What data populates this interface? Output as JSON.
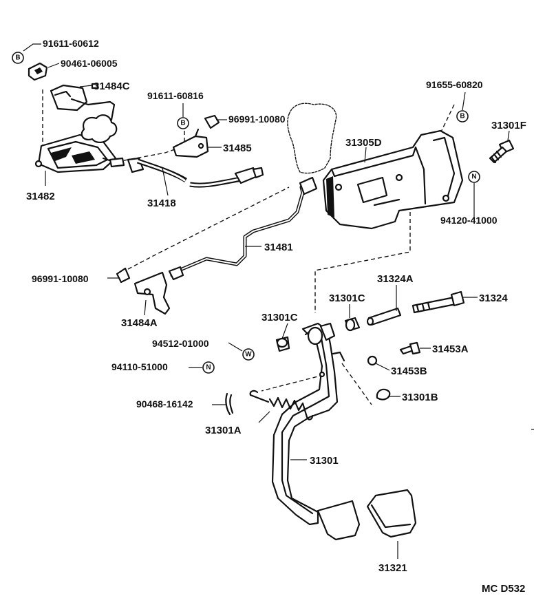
{
  "parts": {
    "p91611_60612": "91611-60612",
    "p90461_06005": "90461-06005",
    "p31484C": "31484C",
    "p31482": "31482",
    "p91611_60816": "91611-60816",
    "p96991_10080_top": "96991-10080",
    "p31485": "31485",
    "p31418": "31418",
    "p91655_60820": "91655-60820",
    "p31301F": "31301F",
    "p31305D": "31305D",
    "p94120_41000": "94120-41000",
    "p31481": "31481",
    "p96991_10080_left": "96991-10080",
    "p31484A": "31484A",
    "p31324A": "31324A",
    "p31301C_left": "31301C",
    "p31301C_right": "31301C",
    "p31324": "31324",
    "p94512_01000": "94512-01000",
    "p31453A": "31453A",
    "p94110_51000": "94110-51000",
    "p31453B": "31453B",
    "p90468_16142": "90468-16142",
    "p31301B": "31301B",
    "p31301A": "31301A",
    "p31301": "31301",
    "p31321": "31321"
  },
  "symbols": {
    "B": "B",
    "N": "N",
    "W": "W"
  },
  "footer": {
    "code": "MC D532"
  }
}
